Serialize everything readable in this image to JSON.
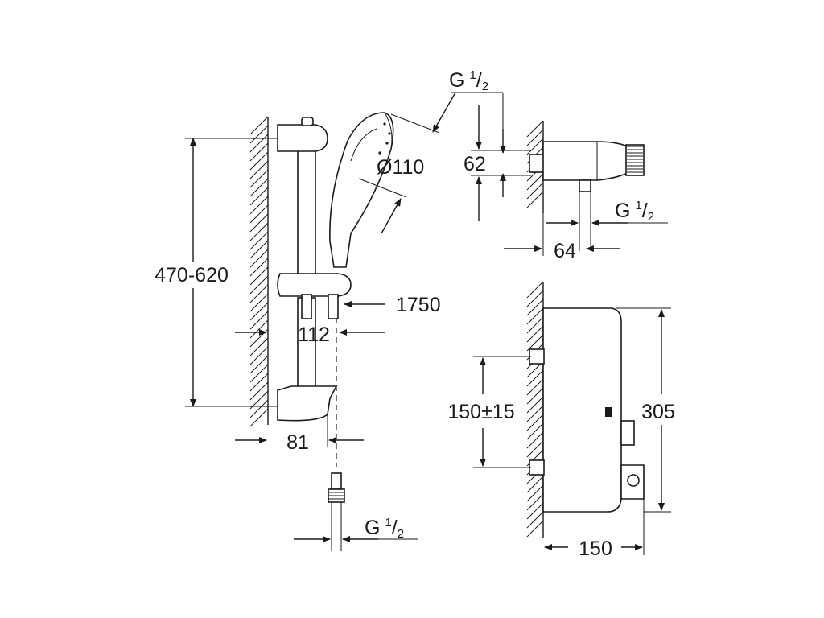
{
  "diagram": {
    "shower_set": {
      "height_range": "470-620",
      "handshower_diameter": "Ø110",
      "hose_length": "1750",
      "rail_offset": "112",
      "bracket_depth": "81",
      "hose_thread": {
        "main": "G",
        "sup": "1",
        "sub": "2"
      }
    },
    "thermostat_side": {
      "inlet_thread": {
        "main": "G",
        "sup": "1",
        "sub": "2"
      },
      "body_height": "62",
      "outlet_thread": {
        "main": "G",
        "sup": "1",
        "sub": "2"
      },
      "outlet_offset": "64"
    },
    "thermostat_front": {
      "inlet_spacing": "150±15",
      "body_height": "305",
      "body_depth": "150"
    }
  }
}
